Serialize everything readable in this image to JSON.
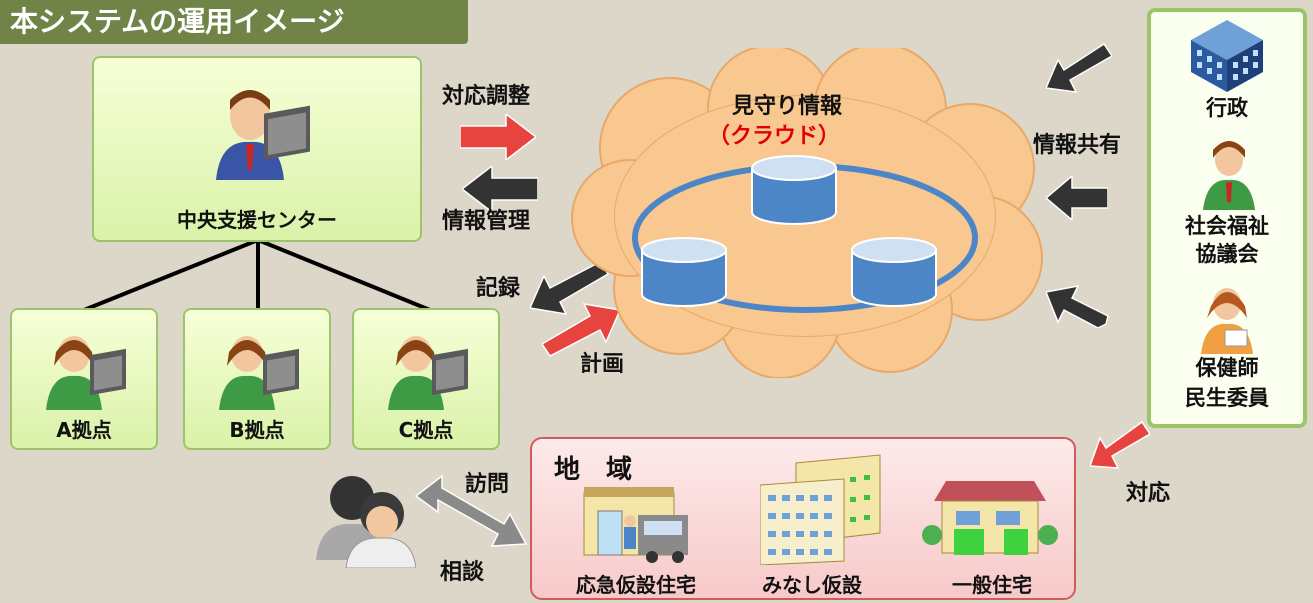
{
  "header": {
    "title": "本システムの運用イメージ"
  },
  "center": {
    "label": "中央支援センター"
  },
  "bases": [
    {
      "label": "A拠点"
    },
    {
      "label": "B拠点"
    },
    {
      "label": "C拠点"
    }
  ],
  "cloud": {
    "title": "見守り情報",
    "subtitle": "（クラウド）"
  },
  "arrows": {
    "coordinate": "対応調整",
    "manage": "情報管理",
    "record": "記録",
    "plan": "計画",
    "share": "情報共有",
    "visit": "訪問",
    "consult": "相談",
    "respond": "対応"
  },
  "partners": [
    {
      "label_lines": [
        "行政"
      ]
    },
    {
      "label_lines": [
        "社会福祉",
        "協議会"
      ]
    },
    {
      "label_lines": [
        "保健師",
        "民生委員"
      ]
    }
  ],
  "region": {
    "title": "地　域",
    "items": [
      {
        "label": "応急仮設住宅"
      },
      {
        "label": "みなし仮設"
      },
      {
        "label": "一般住宅"
      }
    ]
  },
  "colors": {
    "accent_green": "#6f8446",
    "cloud_orange": "#f9c890",
    "db_blue": "#4c86c6",
    "alert_red": "#e40000"
  }
}
